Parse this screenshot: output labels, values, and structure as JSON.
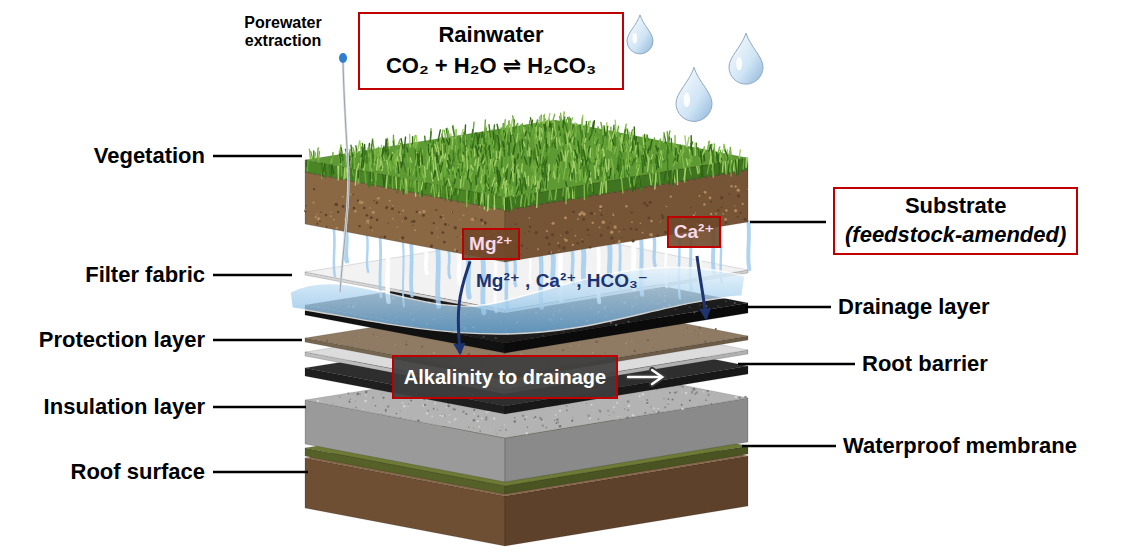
{
  "diagram": {
    "nodes": [
      {
        "text": [
          "Rainwater",
          "CO₂ + H₂O ⇌ H₂CO₃"
        ]
      },
      {
        "text": [
          "Substrate",
          "(feedstock-amended)"
        ]
      },
      {
        "text": [
          "Ca²⁺"
        ]
      },
      {
        "text": [
          "Mg²⁺"
        ]
      },
      {
        "text": [
          "Alkalinity to drainage"
        ]
      }
    ],
    "edges": [
      {
        "from": 3,
        "to": 4,
        "arrow": "to"
      }
    ],
    "labels": [
      "Porewater extraction",
      "Vegetation",
      "Filter fabric",
      "Mg²⁺ , Ca²⁺, HCO₃⁻",
      "Drainage layer",
      "Protection layer",
      "Root barrier",
      "Insulation layer",
      "Waterproof membrane",
      "Roof surface"
    ]
  }
}
